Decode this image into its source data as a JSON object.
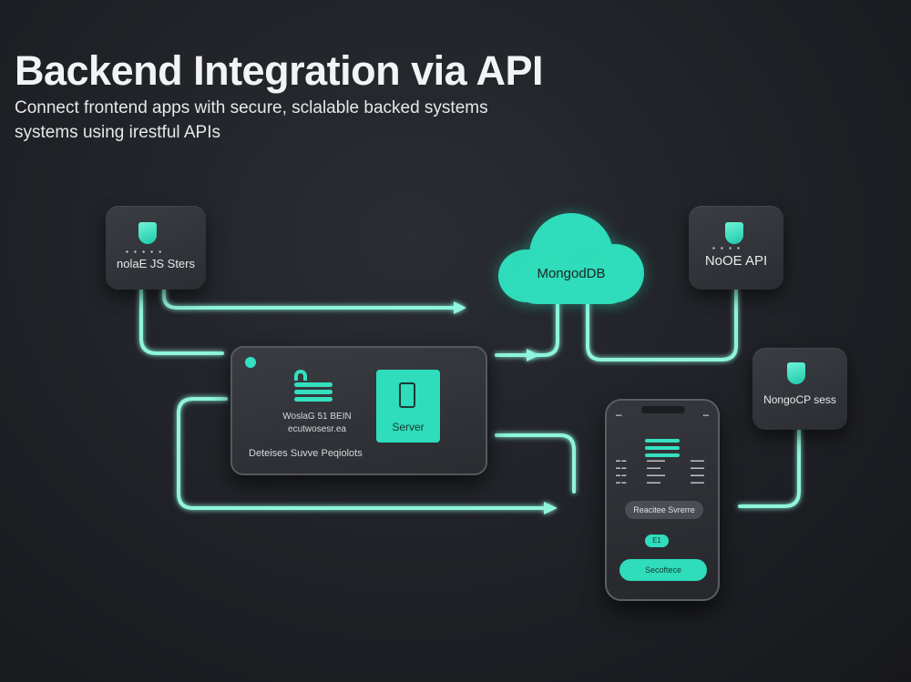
{
  "header": {
    "title": "Backend Integration via API",
    "subtitle_line1": "Connect frontend apps with secure, sclalable backed systems",
    "subtitle_line2": "systems using irestful APIs"
  },
  "nodes": {
    "node_js": {
      "label": "nolaE JS Sters"
    },
    "node_api": {
      "label": "NoOE API"
    },
    "mongo_side": {
      "label": "NongoCP sess"
    },
    "cloud": {
      "label": "MongodDB"
    }
  },
  "tablet": {
    "text_line1": "WoslaG 51 BEIN",
    "text_line2": "ecutwosesr.ea",
    "server_label": "Server",
    "footer_text": "Deteises Suvve Peqiolots"
  },
  "phone": {
    "pill_label": "Reacitee Svrerre",
    "badge": "E1",
    "button_label": "Secoftece"
  },
  "colors": {
    "accent": "#2fdcbb",
    "background": "#1f2126",
    "node": "#33363b"
  }
}
